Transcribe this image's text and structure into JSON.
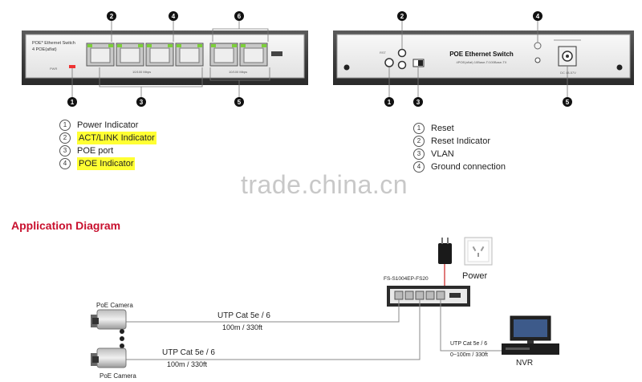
{
  "front_panel": {
    "brand_line1": "POE* Ethernet Switch",
    "brand_line2": "4 POE(af/at)",
    "small_labels": [
      "PWR",
      "10/100 Mbps",
      "10/100 Mbps"
    ],
    "callouts": [
      "1",
      "2",
      "3",
      "4",
      "5",
      "6"
    ]
  },
  "back_panel": {
    "title": "POE Ethernet Switch",
    "subtitle": "4POE(af/at) 10Base-T/100Base-TX",
    "power_label": "DC 48-57V",
    "callouts": [
      "1",
      "2",
      "3",
      "4",
      "5"
    ]
  },
  "legend_front": [
    {
      "num": "1",
      "text": "Power Indicator",
      "highlight": false
    },
    {
      "num": "2",
      "text": "ACT/LINK Indicator",
      "highlight": true
    },
    {
      "num": "3",
      "text": "POE port",
      "highlight": false
    },
    {
      "num": "4",
      "text": "POE Indicator",
      "highlight": true
    }
  ],
  "legend_back": [
    {
      "num": "1",
      "text": "Reset"
    },
    {
      "num": "2",
      "text": "Reset Indicator"
    },
    {
      "num": "3",
      "text": "VLAN"
    },
    {
      "num": "4",
      "text": "Ground connection"
    }
  ],
  "watermark": "trade.china.cn",
  "application": {
    "title": "Application Diagram",
    "model": "FS-S1004EP-FS20",
    "power_label": "Power",
    "camera_label_1": "PoE Camera",
    "camera_label_2": "PoE Camera",
    "cable_1_line1": "UTP Cat 5e / 6",
    "cable_1_line2": "100m / 330ft",
    "cable_2_line1": "UTP Cat 5e / 6",
    "cable_2_line2": "100m / 330ft",
    "cable_3_line1": "UTP Cat 5e / 6",
    "cable_3_line2": "0~100m / 330ft",
    "nvr_label": "NVR"
  },
  "colors": {
    "highlight": "#ffff33",
    "title_red": "#c8102e",
    "port_green": "#7ccf3a",
    "cable_red": "#cc2222"
  }
}
